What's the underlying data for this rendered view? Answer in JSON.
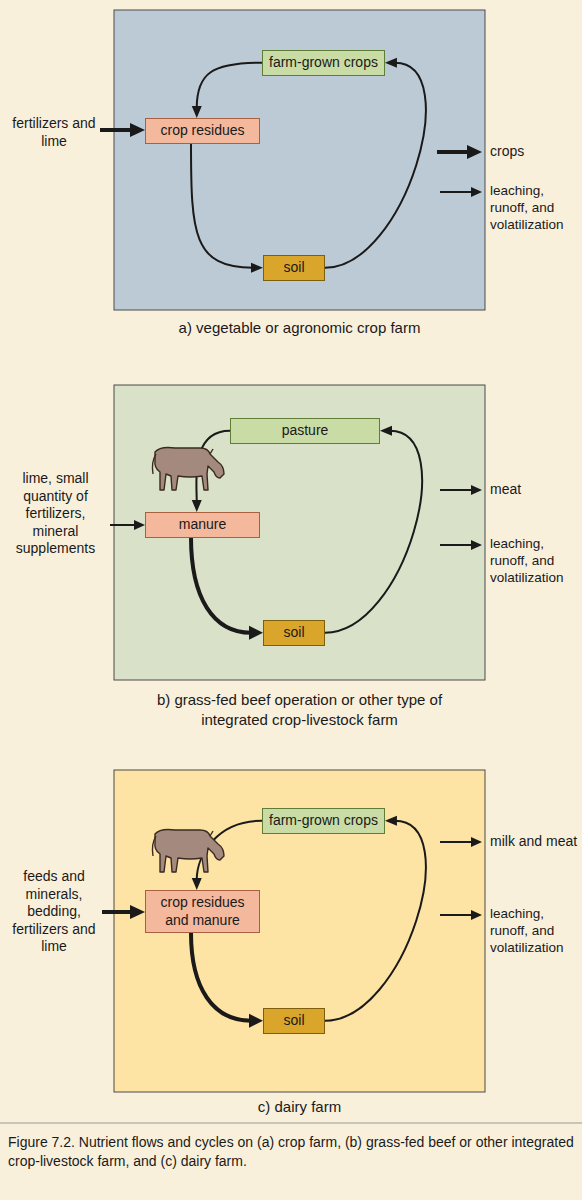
{
  "diagram": {
    "caption": "Figure 7.2. Nutrient flows and cycles on (a) crop farm, (b) grass-fed beef or other integrated crop-livestock farm, and (c) dairy farm.",
    "nodes": [
      {
        "text": [
          "a) vegetable or agronomic crop farm"
        ]
      },
      {
        "text": [
          "farm-grown crops"
        ],
        "in": 0
      },
      {
        "text": [
          "crop residues"
        ],
        "in": 0
      },
      {
        "text": [
          "soil"
        ],
        "in": 0
      },
      {
        "text": [
          "b) grass-fed beef operation or other type of integrated crop-livestock farm"
        ]
      },
      {
        "text": [
          "pasture"
        ],
        "in": 4
      },
      {
        "text": [
          "manure"
        ],
        "in": 4
      },
      {
        "text": [
          "soil"
        ],
        "in": 4
      },
      {
        "text": [
          "c) dairy farm"
        ]
      },
      {
        "text": [
          "farm-grown crops"
        ],
        "in": 8
      },
      {
        "text": [
          "crop residues and manure"
        ],
        "in": 8
      },
      {
        "text": [
          "soil"
        ],
        "in": 8
      }
    ],
    "edges": [
      {
        "from": 1,
        "to": 2,
        "arrow": "to"
      },
      {
        "from": 2,
        "to": 3,
        "arrow": "to"
      },
      {
        "from": 3,
        "to": 1,
        "arrow": "to"
      },
      {
        "from": 5,
        "to": 6,
        "arrow": "to"
      },
      {
        "from": 6,
        "to": 7,
        "arrow": "to"
      },
      {
        "from": 7,
        "to": 5,
        "arrow": "to"
      },
      {
        "from": 9,
        "to": 10,
        "arrow": "to"
      },
      {
        "from": 10,
        "to": 11,
        "arrow": "to"
      },
      {
        "from": 11,
        "to": 9,
        "arrow": "to"
      }
    ],
    "labels": [
      "fertilizers and lime",
      "crops",
      "leaching, runoff, and volatilization",
      "lime, small quantity of fertilizers, mineral supplements",
      "meat",
      "leaching, runoff, and volatilization",
      "feeds and minerals, bedding, fertilizers and lime",
      "milk and meat",
      "leaching, runoff, and volatilization"
    ]
  }
}
